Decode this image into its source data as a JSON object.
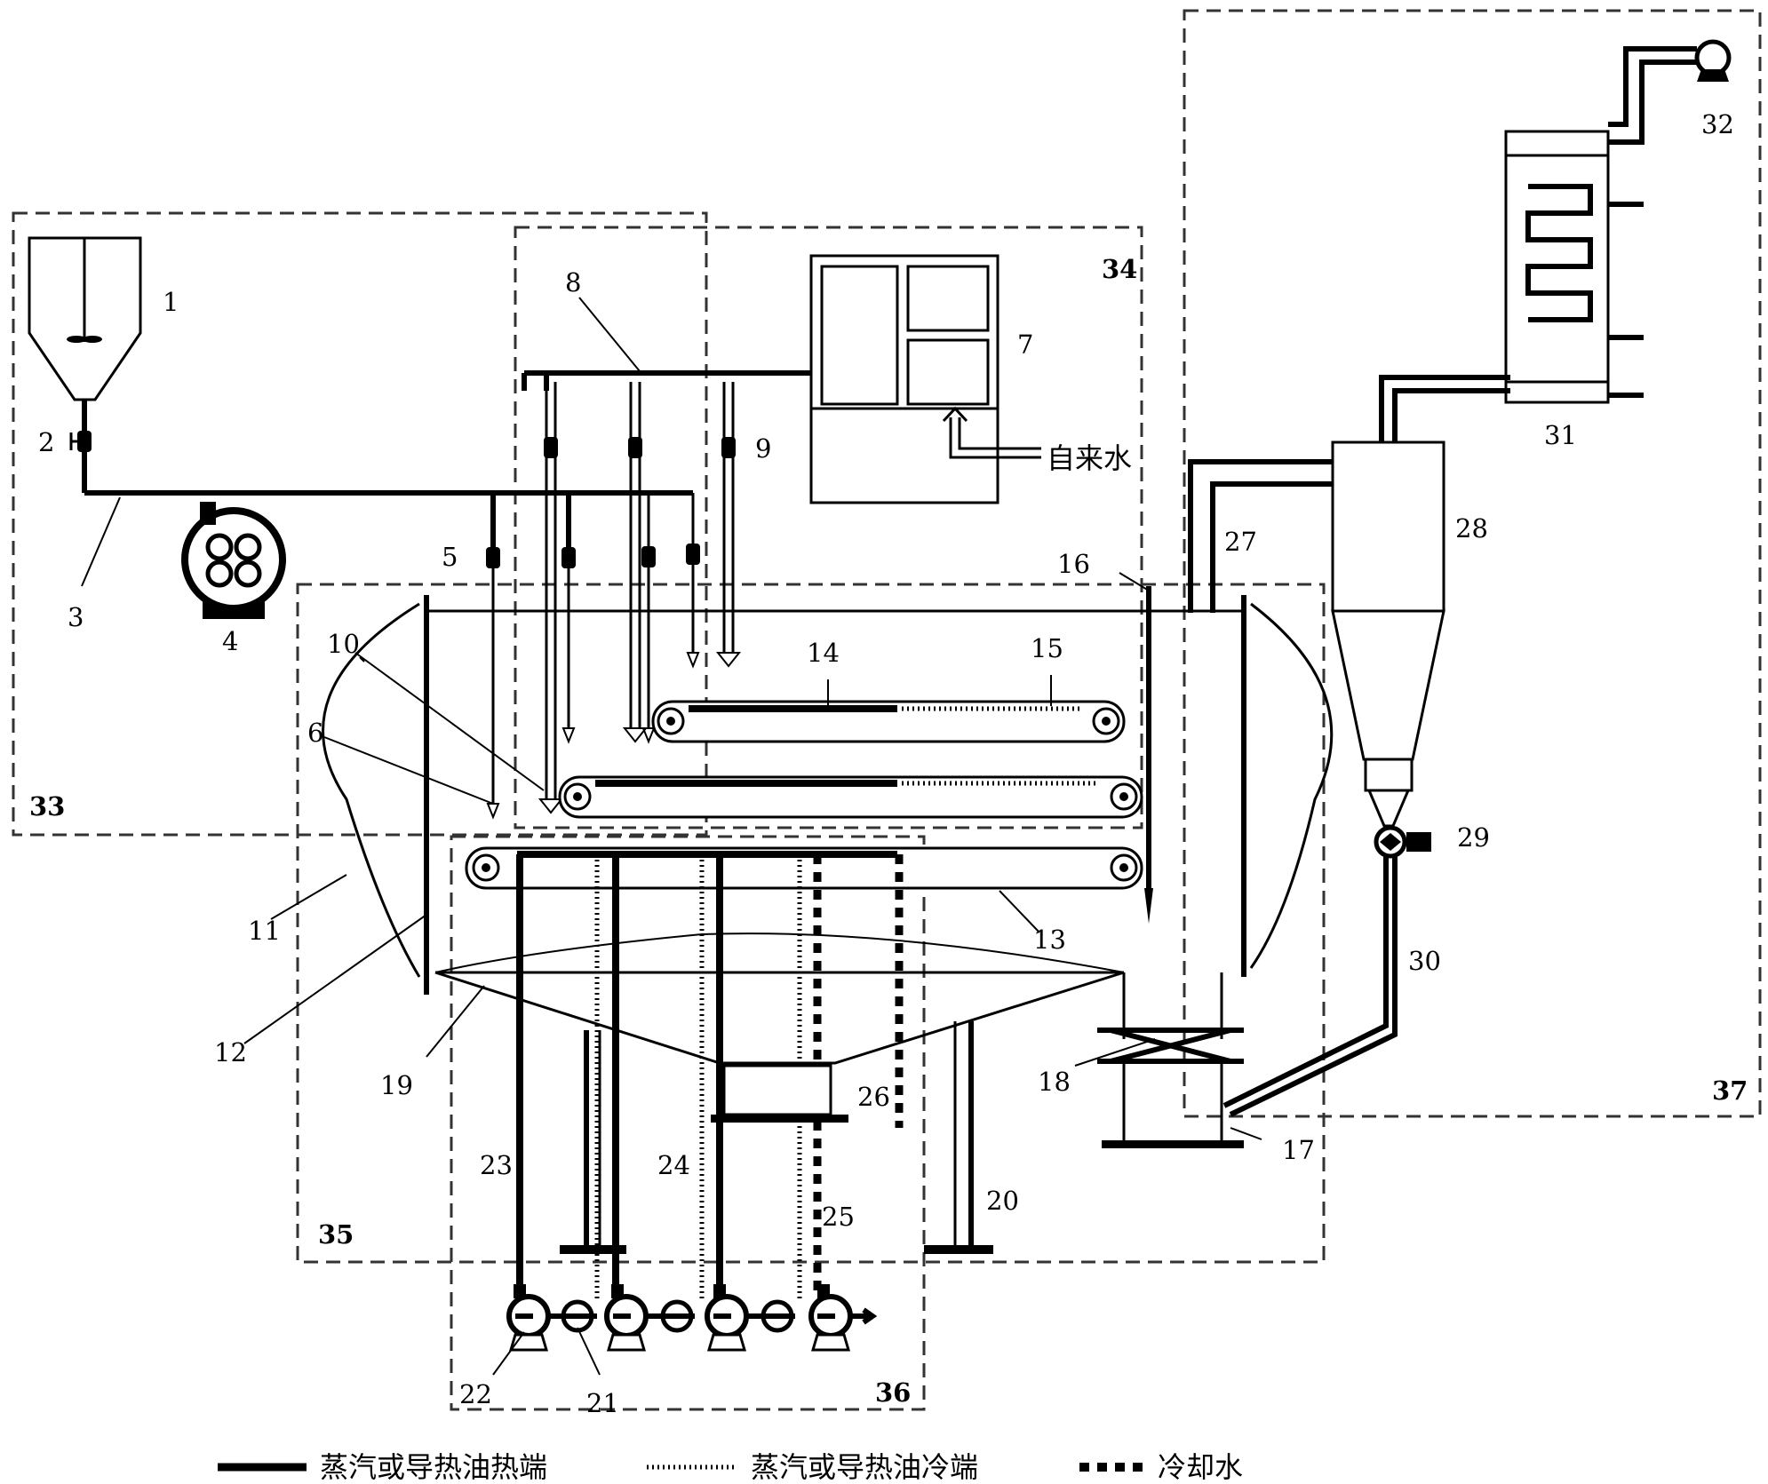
{
  "component_numbers": {
    "n1": "1",
    "n2": "2",
    "n3": "3",
    "n4": "4",
    "n5": "5",
    "n6": "6",
    "n7": "7",
    "n8": "8",
    "n9": "9",
    "n10": "10",
    "n11": "11",
    "n12": "12",
    "n13": "13",
    "n14": "14",
    "n15": "15",
    "n16": "16",
    "n17": "17",
    "n18": "18",
    "n19": "19",
    "n20": "20",
    "n21": "21",
    "n22": "22",
    "n23": "23",
    "n24": "24",
    "n25": "25",
    "n26": "26",
    "n27": "27",
    "n28": "28",
    "n29": "29",
    "n30": "30",
    "n31": "31",
    "n32": "32"
  },
  "zone_numbers": {
    "z33": "33",
    "z34": "34",
    "z35": "35",
    "z36": "36",
    "z37": "37"
  },
  "inlet_label": "自来水",
  "legend": {
    "hot_end": "蒸汽或导热油热端",
    "cold_end": "蒸汽或导热油冷端",
    "cooling_water": "冷却水"
  }
}
